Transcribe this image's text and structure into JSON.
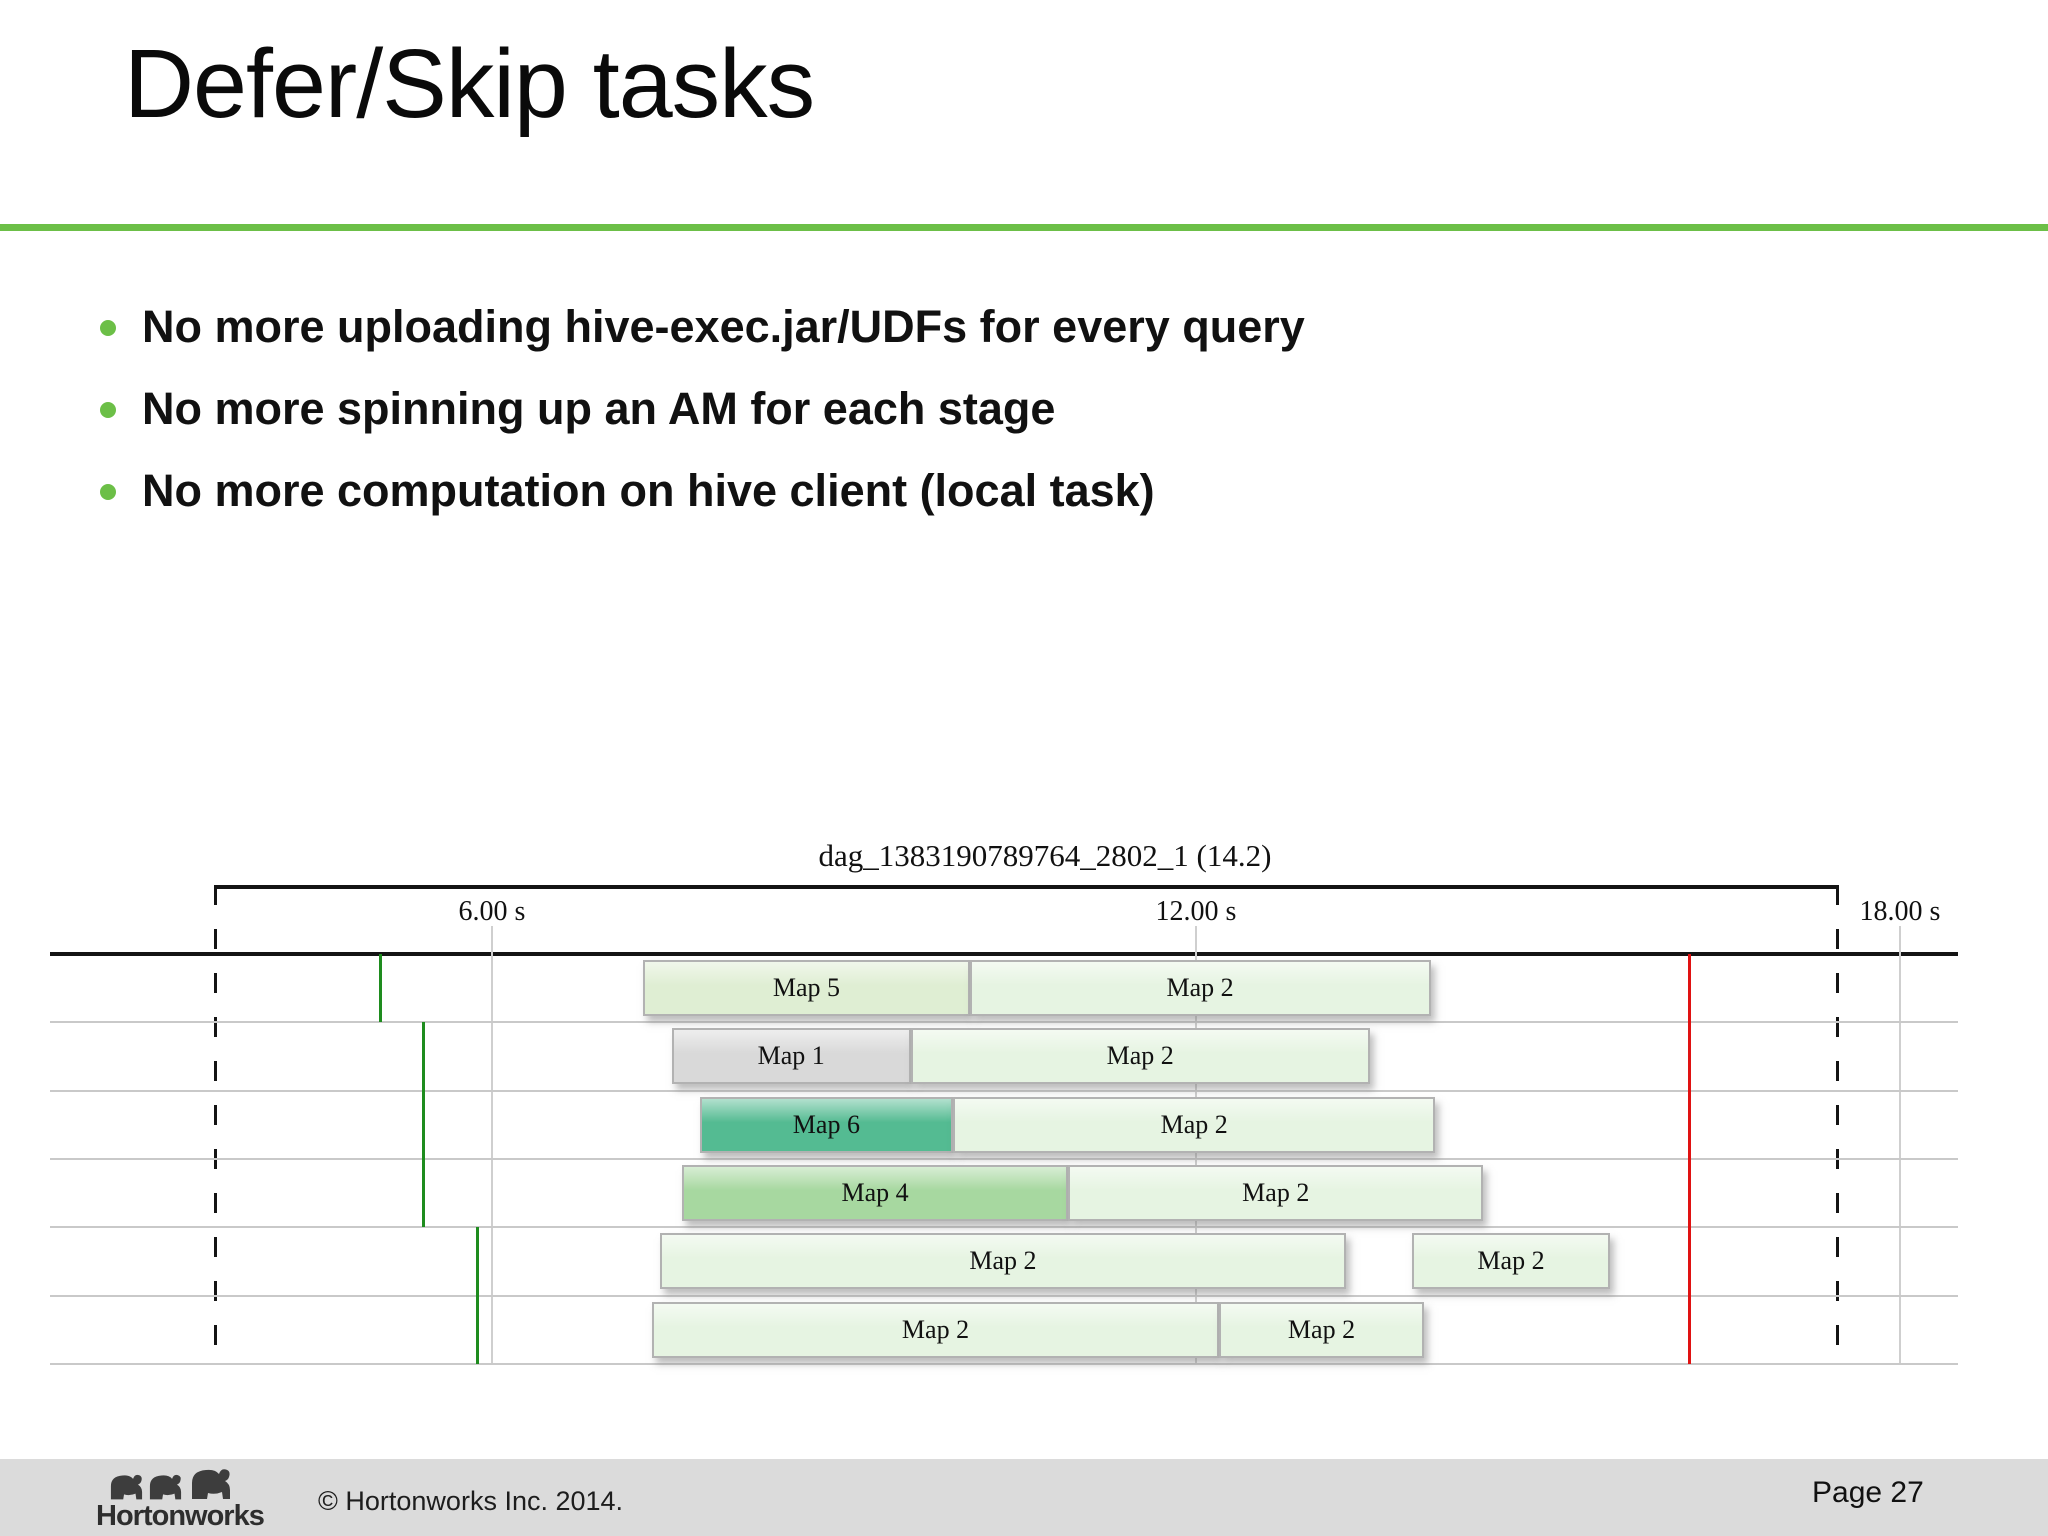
{
  "slide": {
    "title": "Defer/Skip tasks",
    "bullets": [
      "No more uploading hive-exec.jar/UDFs for every query",
      "No more spinning up an AM for each stage",
      "No more computation on hive client (local task)"
    ]
  },
  "chart_data": {
    "type": "gantt",
    "title": "dag_1383190789764_2802_1 (14.2)",
    "dag_duration_s": 14.2,
    "axis": {
      "unit": "seconds",
      "tick_labels": [
        "6.00 s",
        "12.00 s",
        "18.00 s"
      ],
      "tick_times_s": [
        6,
        12,
        18
      ],
      "window_s": [
        3.64,
        17.46
      ],
      "grid": true
    },
    "task_colors": {
      "Map 5": "#dfeed3",
      "Map 2": "#e6f4e2",
      "Map 1": "#d9d9d9",
      "Map 6": "#54bb92",
      "Map 4": "#a7d8a0"
    },
    "rows": [
      {
        "segments": [
          {
            "label": "Map 5",
            "start_s": 7.29,
            "end_s": 10.07
          },
          {
            "label": "Map 2",
            "start_s": 10.07,
            "end_s": 14.0
          }
        ]
      },
      {
        "segments": [
          {
            "label": "Map 1",
            "start_s": 7.53,
            "end_s": 9.57
          },
          {
            "label": "Map 2",
            "start_s": 9.57,
            "end_s": 13.48
          }
        ]
      },
      {
        "segments": [
          {
            "label": "Map 6",
            "start_s": 7.77,
            "end_s": 9.93
          },
          {
            "label": "Map 2",
            "start_s": 9.93,
            "end_s": 14.04
          }
        ]
      },
      {
        "segments": [
          {
            "label": "Map 4",
            "start_s": 7.62,
            "end_s": 10.91
          },
          {
            "label": "Map 2",
            "start_s": 10.91,
            "end_s": 14.45
          }
        ]
      },
      {
        "segments": [
          {
            "label": "Map 2",
            "start_s": 7.43,
            "end_s": 13.28
          },
          {
            "label": "Map 2",
            "start_s": 13.84,
            "end_s": 15.53
          }
        ]
      },
      {
        "segments": [
          {
            "label": "Map 2",
            "start_s": 7.36,
            "end_s": 12.2
          },
          {
            "label": "Map 2",
            "start_s": 12.2,
            "end_s": 13.94
          }
        ]
      }
    ],
    "markers": [
      {
        "name": "start-marker-green",
        "color": "#1e8c1e",
        "time_s": 5.05,
        "row_span": [
          0,
          0
        ]
      },
      {
        "name": "start-marker-green",
        "color": "#1e8c1e",
        "time_s": 5.42,
        "row_span": [
          1,
          3
        ]
      },
      {
        "name": "start-marker-green",
        "color": "#1e8c1e",
        "time_s": 5.88,
        "row_span": [
          4,
          5
        ]
      },
      {
        "name": "end-marker-red",
        "color": "#e01212",
        "time_s": 16.21,
        "row_span": [
          0,
          5
        ]
      }
    ]
  },
  "footer": {
    "logo_text": "Hortonworks",
    "copyright": "© Hortonworks Inc. 2014.",
    "page_label": "Page 27"
  },
  "colors": {
    "accent_green": "#6cbf47",
    "marker_green": "#1e8c1e",
    "marker_red": "#e01212"
  }
}
